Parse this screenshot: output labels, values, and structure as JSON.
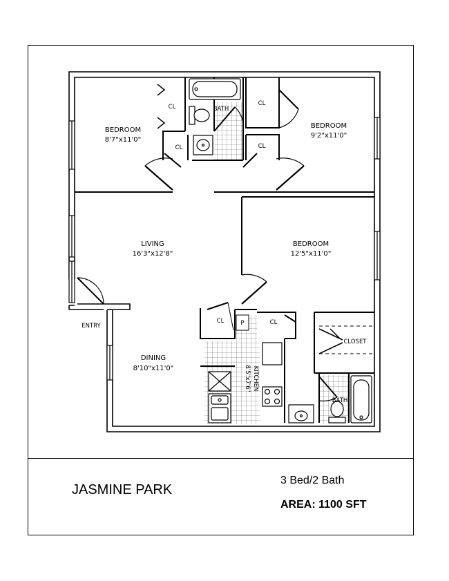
{
  "property_name": "JASMINE PARK",
  "unit_type": "3 Bed/2 Bath",
  "area": "AREA: 1100 SFT",
  "rooms": {
    "bedroom1": {
      "name": "BEDROOM",
      "dims": "8'7\"x11'0\""
    },
    "bedroom2": {
      "name": "BEDROOM",
      "dims": "9'2\"x11'0\""
    },
    "bedroom3": {
      "name": "BEDROOM",
      "dims": "12'5\"x11'0\""
    },
    "living": {
      "name": "LIVING",
      "dims": "16'3\"x12'8\""
    },
    "dining": {
      "name": "DINING",
      "dims": "8'10\"x11'0\""
    },
    "kitchen": {
      "name": "KITCHEN",
      "dims": "8'5\"x7'6\""
    },
    "bath1": {
      "name": "BATH"
    },
    "bath2": {
      "name": "BATH"
    },
    "closet": {
      "name": "CLOSET"
    },
    "entry": {
      "name": "ENTRY"
    },
    "cl_label": "CL",
    "pantry_label": "P"
  }
}
